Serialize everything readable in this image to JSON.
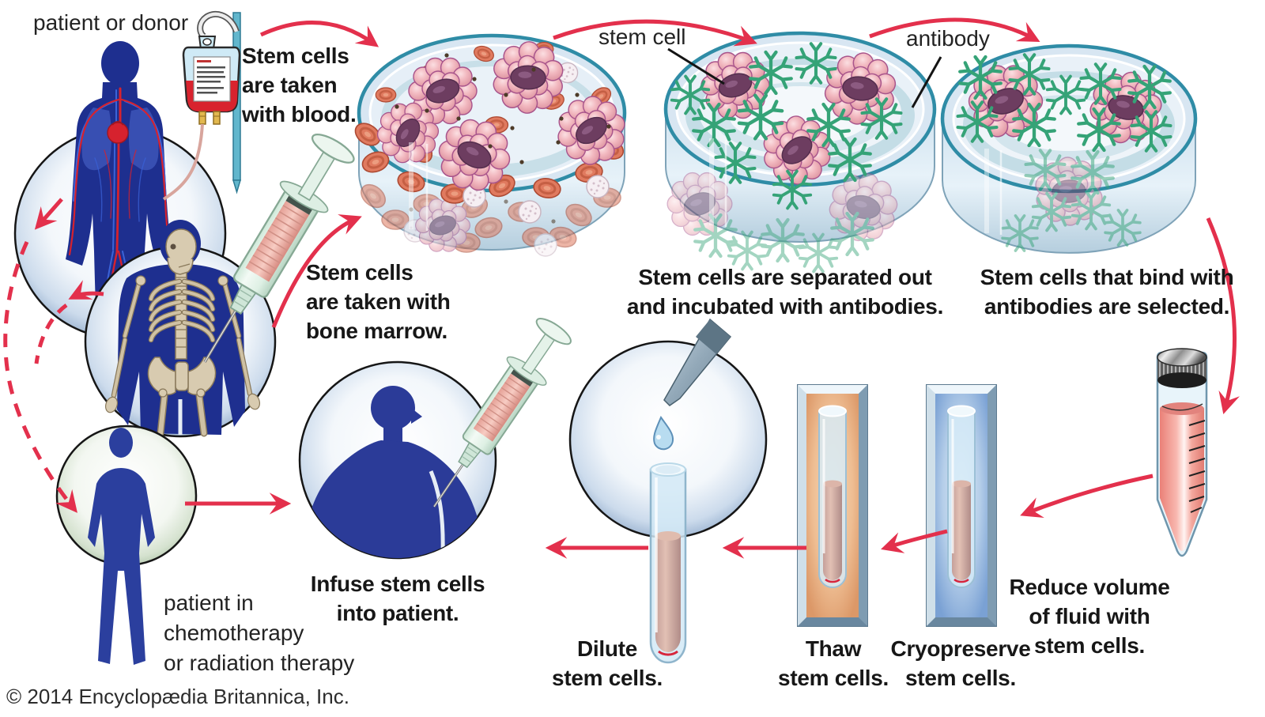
{
  "header": {
    "patient_or_donor": "patient or donor"
  },
  "annotations": {
    "stem_cell": "stem cell",
    "antibody": "antibody"
  },
  "captions": {
    "blood": [
      "Stem cells",
      "are taken",
      "with blood."
    ],
    "marrow": [
      "Stem cells",
      "are taken with",
      "bone marrow."
    ],
    "separate": [
      "Stem cells are separated out",
      "and incubated with antibodies."
    ],
    "select": [
      "Stem cells that bind with",
      "antibodies are selected."
    ],
    "reduce": [
      "Reduce volume",
      "of fluid with",
      "stem cells."
    ],
    "cryopreserve": [
      "Cryopreserve",
      "stem cells."
    ],
    "thaw": [
      "Thaw",
      "stem cells."
    ],
    "dilute": [
      "Dilute",
      "stem cells."
    ],
    "infuse": [
      "Infuse stem cells",
      "into patient."
    ],
    "chemo": [
      "patient in",
      "chemotherapy",
      "or radiation therapy"
    ]
  },
  "footer": {
    "copyright": "© 2014 Encyclopædia Britannica, Inc."
  },
  "colors": {
    "arrow_red": "#e3304c",
    "silhouette_blue": "#1e2f8f",
    "antibody_green": "#35a377",
    "dish_rim_teal": "#2f8ca6",
    "bone_tan": "#d8cbb0",
    "thaw_orange": "#eebd92",
    "cryo_blue": "#7aa1d4",
    "blood_red": "#d8232e",
    "fluid_pink": "#f2958d"
  },
  "figures": [
    "patient or donor with circulatory system",
    "blood bag on IV pole",
    "skeleton with bone-marrow syringe",
    "petri dish with blood and stem cells",
    "petri dish with stem cells and antibodies",
    "petri dish with antibody-bound stem cells",
    "conical centrifuge tube",
    "cryopreserve tube container",
    "thaw tube container",
    "test tube with pipette drop",
    "patient receiving infusion",
    "patient in therapy"
  ]
}
